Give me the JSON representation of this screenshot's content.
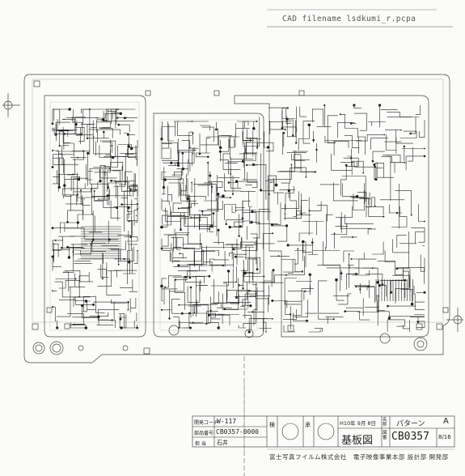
{
  "header": {
    "cad_filename": "CAD filename lsdkumi_r.pcpa"
  },
  "title_block": {
    "dev_code_label": "開発コード",
    "dev_code": "W-117",
    "part_no_label": "部品番号",
    "part_no": "CB0357-0000",
    "person_label": "担 当",
    "person": "石井",
    "check_label": "検",
    "approve_label": "承",
    "date": "H10年 9月 8日",
    "name_label": "名称",
    "name": "パターン",
    "rev": "A",
    "drawing_kind": "基板図",
    "drawing_no_label": "図番",
    "drawing_no": "CB0357",
    "sheet": "8/16"
  },
  "footer": {
    "company": "富士写真フイルム株式会社　電子映像事業本部 設計部 開発部"
  }
}
